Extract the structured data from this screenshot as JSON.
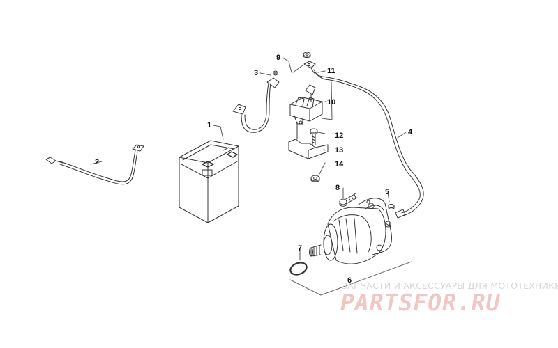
{
  "diagram": {
    "callouts": [
      "1",
      "2",
      "3",
      "4",
      "5",
      "6",
      "7",
      "8",
      "9",
      "10",
      "11",
      "12",
      "13",
      "14"
    ]
  },
  "watermark": {
    "caption": "ЗАПЧАСТИ И АКСЕССУАРЫ ДЛЯ МОТОТЕХНИКИ",
    "logo": "PARTSFOR.RU",
    "color": "#f3c6c6"
  },
  "palette": {
    "line": "#333333",
    "leader": "#555555"
  }
}
